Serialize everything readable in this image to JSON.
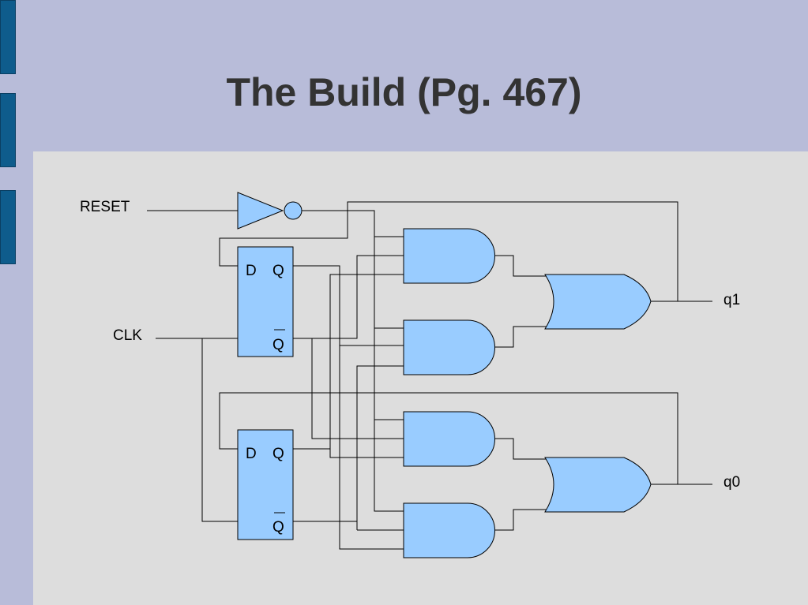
{
  "slide": {
    "title": "The Build (Pg. 467)"
  },
  "diagram": {
    "inputs": {
      "reset": "RESET",
      "clk": "CLK"
    },
    "outputs": {
      "q1": "q1",
      "q0": "q0"
    },
    "flipflops": [
      {
        "d_label": "D",
        "q_label": "Q",
        "qbar_label": "Q"
      },
      {
        "d_label": "D",
        "q_label": "Q",
        "qbar_label": "Q"
      }
    ]
  },
  "colors": {
    "gate_fill": "#99ccff",
    "panel": "#dddddd",
    "background": "#b8bcd9",
    "tab": "#0e5c8c"
  }
}
